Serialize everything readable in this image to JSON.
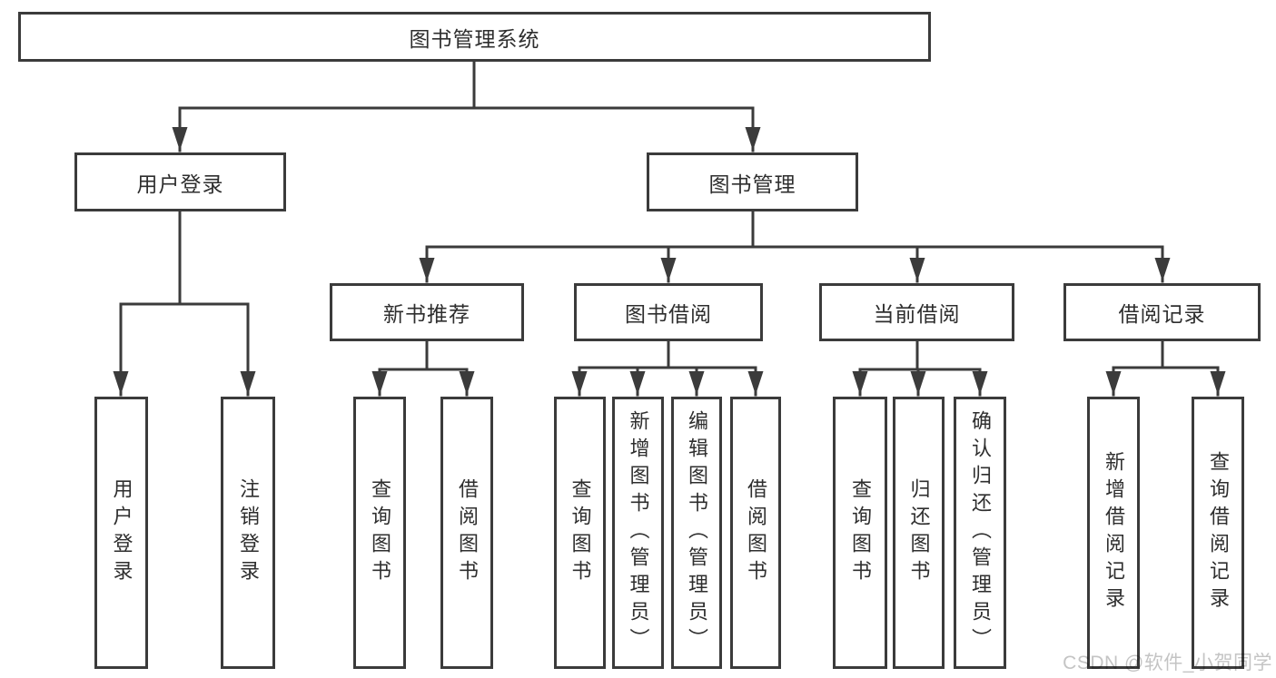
{
  "palette": {
    "line_color": "#3b3b3b",
    "box_border_color": "#3b3b3b",
    "box_fill": "#ffffff",
    "text_color": "#2e2e2e",
    "watermark_color": "#c4c4c4",
    "background": "#ffffff"
  },
  "diagram": {
    "type": "hierarchy-tree",
    "root": {
      "label": "图书管理系统"
    },
    "level2": [
      {
        "label": "用户登录"
      },
      {
        "label": "图书管理"
      }
    ],
    "level3": [
      {
        "label": "新书推荐",
        "parent": "图书管理"
      },
      {
        "label": "图书借阅",
        "parent": "图书管理"
      },
      {
        "label": "当前借阅",
        "parent": "图书管理"
      },
      {
        "label": "借阅记录",
        "parent": "图书管理"
      }
    ],
    "leaves": [
      {
        "label": "用户登录",
        "parent": "用户登录"
      },
      {
        "label": "注销登录",
        "parent": "用户登录"
      },
      {
        "label": "查询图书",
        "parent": "新书推荐"
      },
      {
        "label": "借阅图书",
        "parent": "新书推荐"
      },
      {
        "label": "查询图书",
        "parent": "图书借阅"
      },
      {
        "label": "新增图书（管理员）",
        "parent": "图书借阅"
      },
      {
        "label": "编辑图书（管理员）",
        "parent": "图书借阅"
      },
      {
        "label": "借阅图书",
        "parent": "图书借阅"
      },
      {
        "label": "查询图书",
        "parent": "当前借阅"
      },
      {
        "label": "归还图书",
        "parent": "当前借阅"
      },
      {
        "label": "确认归还（管理员）",
        "parent": "当前借阅"
      },
      {
        "label": "新增借阅记录",
        "parent": "借阅记录"
      },
      {
        "label": "查询借阅记录",
        "parent": "借阅记录"
      }
    ]
  },
  "watermark": {
    "text": "CSDN @软件_小贺同学"
  }
}
